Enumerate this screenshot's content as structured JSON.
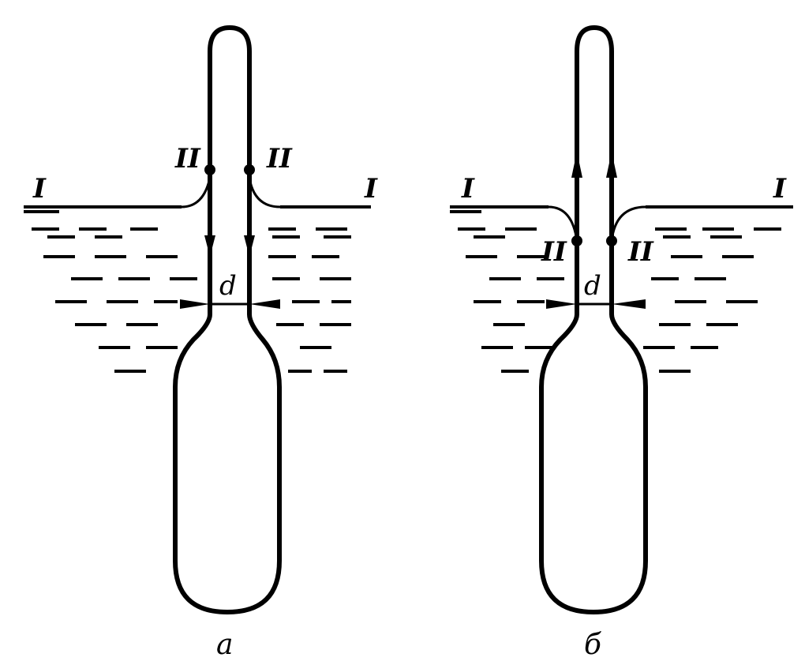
{
  "panels": [
    {
      "id": "a",
      "caption": "а",
      "level_label": "I",
      "point_label": "II",
      "diameter_label": "d"
    },
    {
      "id": "b",
      "caption": "б",
      "level_label": "I",
      "point_label": "II",
      "diameter_label": "d"
    }
  ]
}
